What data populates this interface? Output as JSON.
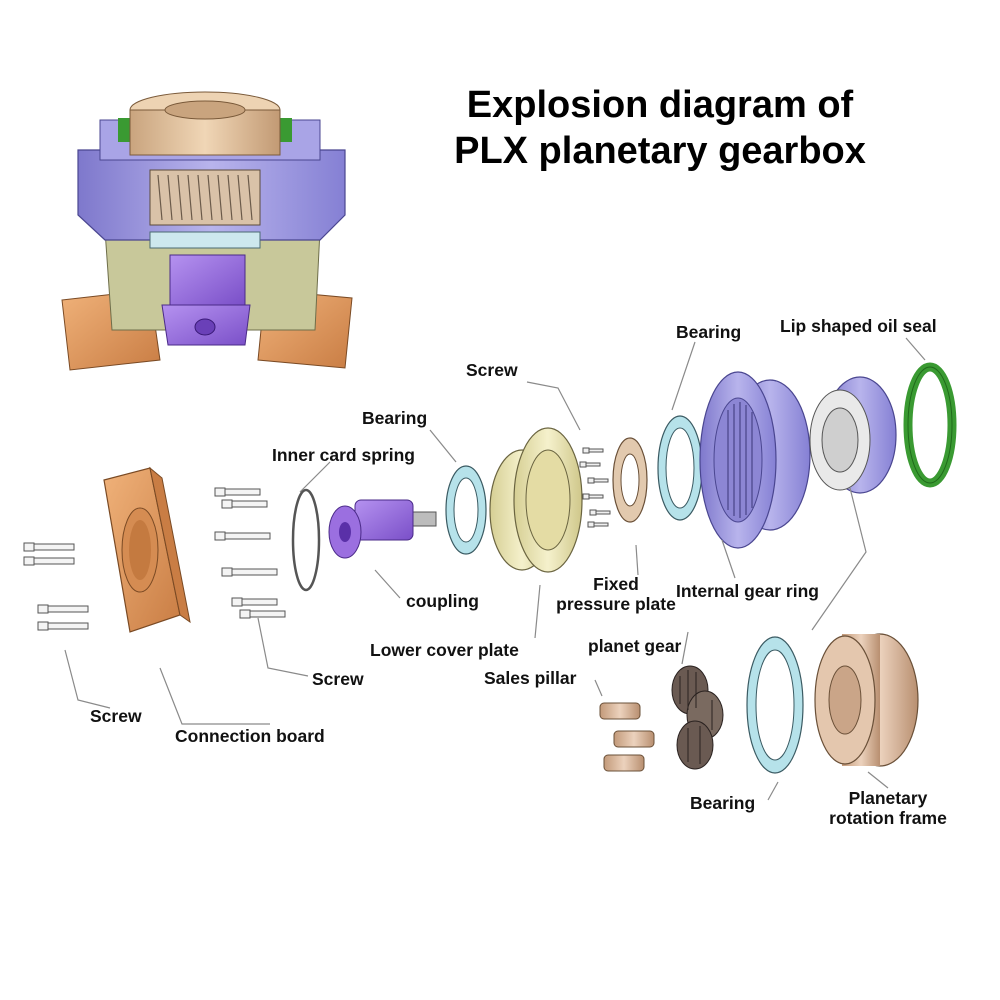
{
  "title": {
    "line1": "Explosion diagram of",
    "line2": "PLX planetary gearbox"
  },
  "labels": {
    "lip_seal": "Lip shaped oil seal",
    "bearing_top": "Bearing",
    "screw_mid": "Screw",
    "bearing_mid": "Bearing",
    "inner_card_spring": "Inner card spring",
    "coupling": "coupling",
    "fixed_line1": "Fixed",
    "fixed_line2": "pressure plate",
    "internal_gear_ring": "Internal gear ring",
    "lower_cover_plate": "Lower cover plate",
    "planet_gear": "planet gear",
    "sales_pillar": "Sales pillar",
    "screw_left_lower": "Screw",
    "screw_left": "Screw",
    "connection_board": "Connection board",
    "bearing_bottom": "Bearing",
    "planetary_line1": "Planetary",
    "planetary_line2": "rotation frame"
  },
  "colors": {
    "purple": "#9c97e0",
    "lavender": "#b8b4ec",
    "tan": "#e8c9a4",
    "orange": "#e09a5e",
    "cream": "#ece7b8",
    "green": "#3a9a32",
    "lightblue": "#b6e2ea",
    "violet": "#9b6fe0",
    "bronze": "#d9b79a",
    "gear_dark": "#6a5a52"
  }
}
